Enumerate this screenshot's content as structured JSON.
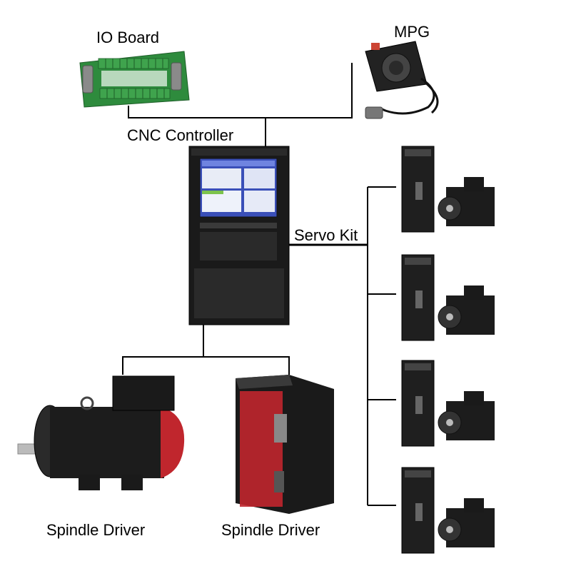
{
  "labels": {
    "io_board": "IO Board",
    "mpg": "MPG",
    "cnc_controller": "CNC Controller",
    "servo_kit": "Servo Kit",
    "spindle_driver_left": "Spindle Driver",
    "spindle_driver_right": "Spindle Driver"
  },
  "colors": {
    "line": "#000000",
    "pcb_green": "#2e8b3d",
    "terminal_green": "#3fa34d",
    "panel_black": "#1a1a1a",
    "screen_blue": "#3a4fb8",
    "motor_black": "#1c1c1c",
    "accent_red": "#c0262d"
  }
}
